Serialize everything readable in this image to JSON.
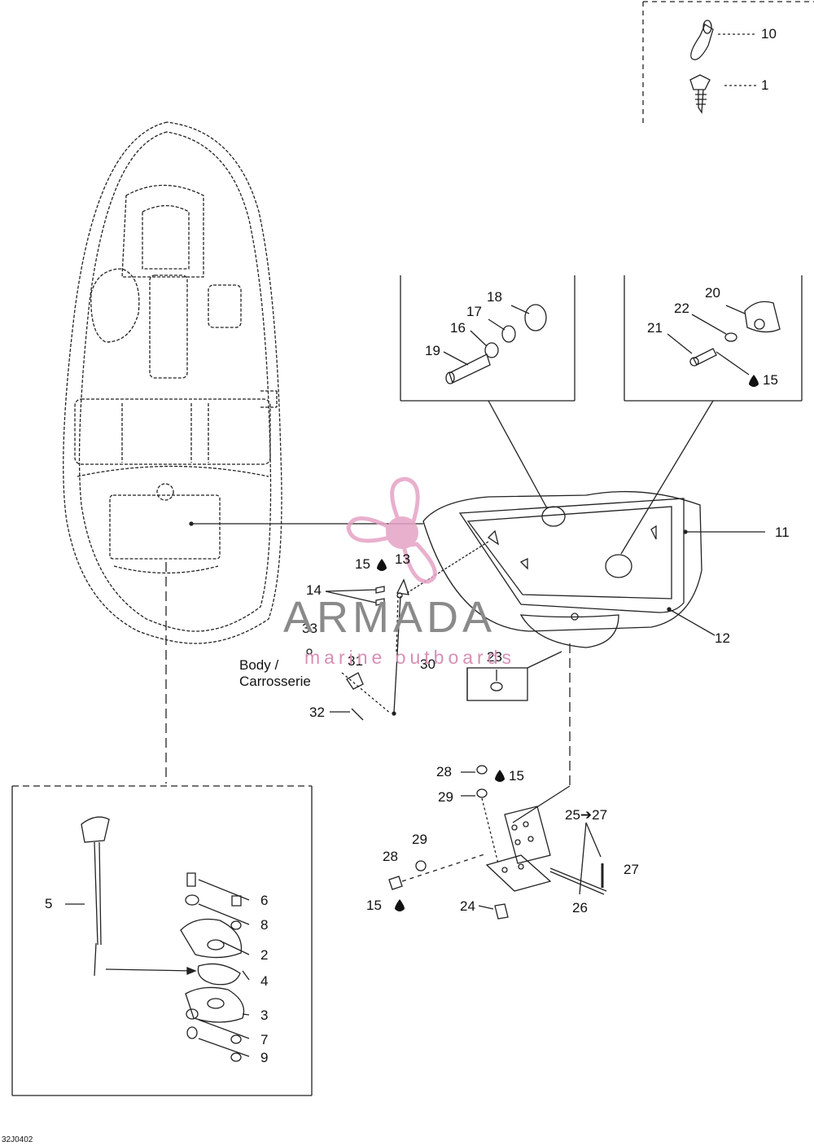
{
  "drawing_code": "32J0402",
  "callouts": {
    "c1": "1",
    "c2": "2",
    "c3": "3",
    "c4": "4",
    "c5": "5",
    "c6": "6",
    "c7": "7",
    "c8": "8",
    "c9": "9",
    "c10": "10",
    "c11": "11",
    "c12": "12",
    "c13": "13",
    "c14": "14",
    "c15a": "15",
    "c15b": "15",
    "c15c": "15",
    "c15d": "15",
    "c16": "16",
    "c17": "17",
    "c18": "18",
    "c19": "19",
    "c20": "20",
    "c21": "21",
    "c22": "22",
    "c23": "23",
    "c24": "24",
    "c25_27": "25➔27",
    "c26": "26",
    "c27": "27",
    "c28a": "28",
    "c28b": "28",
    "c29a": "29",
    "c29b": "29",
    "c30": "30",
    "c31": "31",
    "c32": "32",
    "c33": "33"
  },
  "body_label": {
    "line1": "Body /",
    "line2": "Carrosserie"
  },
  "watermark": {
    "brand": "ARMADA",
    "tagline": "marine outboards",
    "brand_color": "#8a8a8a",
    "accent_color": "#e6a3c6"
  },
  "icons": {
    "drop": "fluid-drop-icon",
    "logo": "propeller-logo-icon"
  }
}
